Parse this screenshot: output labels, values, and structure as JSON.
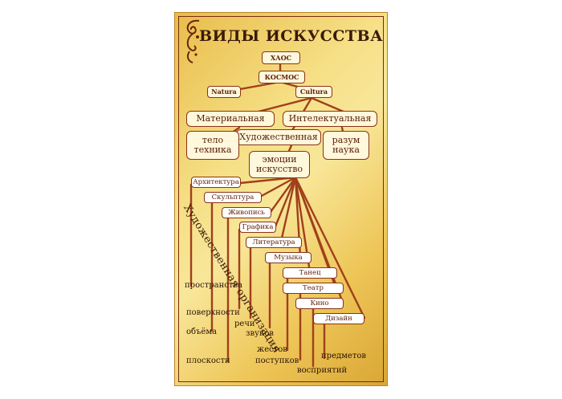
{
  "poster": {
    "title": "ВИДЫ ИСКУССТВА",
    "diagonal_label": "Художественная организация"
  },
  "nodes": {
    "chaos": "ХАОС",
    "cosmos": "КОСМОС",
    "natura": "Natura",
    "cultura": "Cultura",
    "material": "Материальная",
    "intellectual": "Интелектуальная",
    "artistic": "Художественная",
    "body_line1": "тело",
    "body_line2": "техника",
    "reason_line1": "разум",
    "reason_line2": "наука",
    "emotions_line1": "эмоции",
    "emotions_line2": "искусство"
  },
  "arts": [
    "Архитектура",
    "Скульптура",
    "Живопись",
    "Графика",
    "Литература",
    "Музыка",
    "Танец",
    "Театр",
    "Кино",
    "Дизайн"
  ],
  "organization": {
    "prostranstva": "пространства",
    "poverhnosti": "поверхности",
    "rechi": "речи",
    "obyoma": "объёма",
    "zvukov": "звуков",
    "zhestov": "жестов",
    "ploskosti": "плоскости",
    "postupkov": "поступков",
    "predmetov": "предметов",
    "vospriyatiy": "восприятий"
  },
  "colors": {
    "line": "#a0401c",
    "box_border": "#8a3317",
    "box_fill": "#fff8dc",
    "gold": "#f2d36f"
  }
}
